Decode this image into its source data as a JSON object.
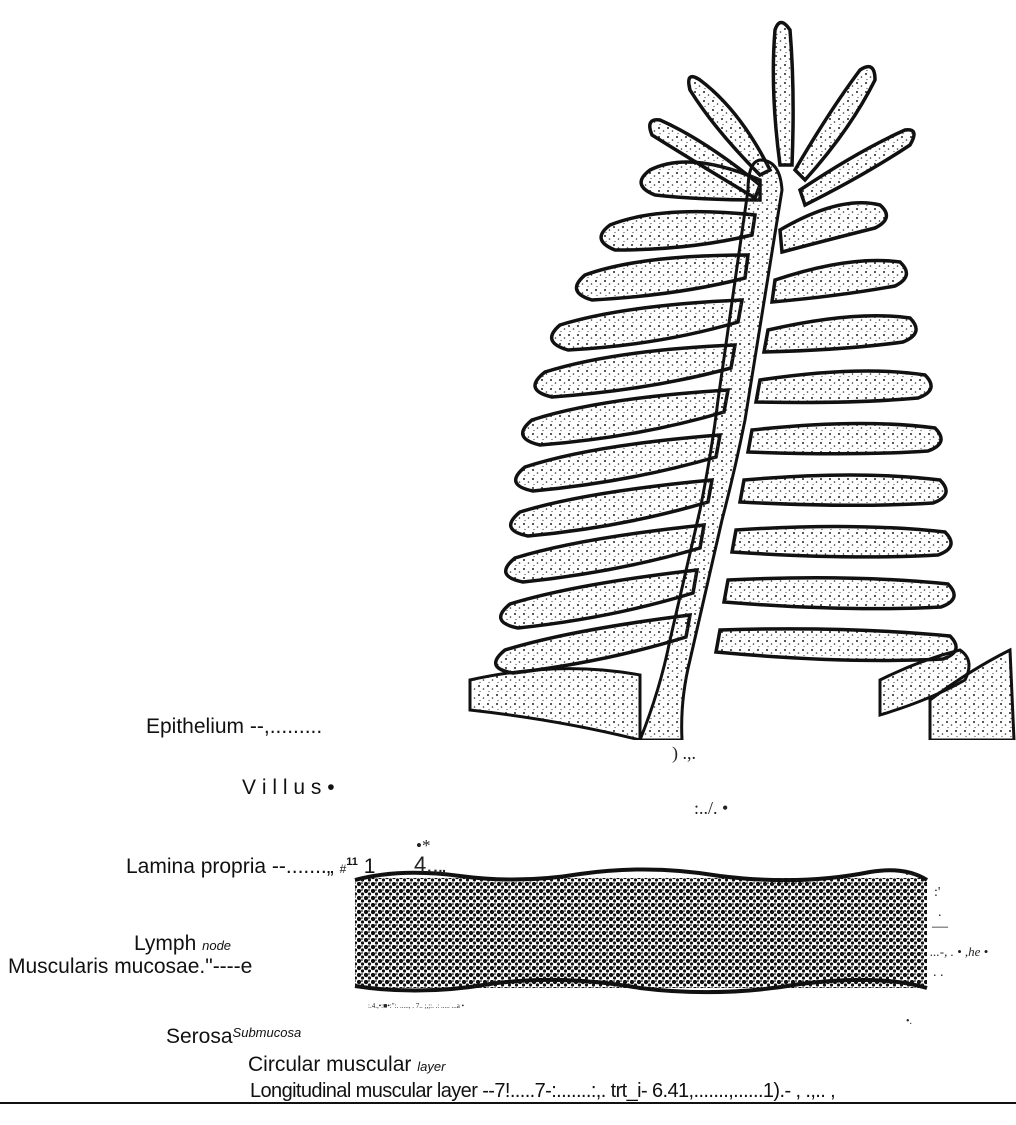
{
  "labels": {
    "epithelium": "Epithelium --,.........",
    "villus": "V i l l u s",
    "villus_mark": "•",
    "lamina_propria": "Lamina propria --.......„",
    "lamina_propria_ref": "#",
    "lamina_propria_sup": "11",
    "lamina_propria_num": "1",
    "lymph": "Lymph",
    "node": "node",
    "muscularis_mucosae": "Muscularis mucosae.\"----e",
    "serosa": "Serosa",
    "submucosa": "Submucosa",
    "circular_muscular": "Circular muscular",
    "layer": "layer",
    "longitudinal": "Longitudinal muscular layer --7!.....7-:.......:,. trt_i- 6.41,.......,......1).- , .,.. ,"
  },
  "scan_artifacts": {
    "a1": ") .,.",
    "a2": ":../. •",
    "a3": "•*",
    "a4": "4.,„",
    "a5": "...",
    "a6": ":'",
    "a7": ".",
    "a8": "—",
    "a9": "...-, . • ,he •",
    "a10": ". .",
    "a11": ":.4.,•:■•:\":. ....., .     7.. ;,;:. .: ..... ...a •",
    "a12": "•."
  },
  "colors": {
    "ink": "#111111",
    "background": "#ffffff"
  }
}
